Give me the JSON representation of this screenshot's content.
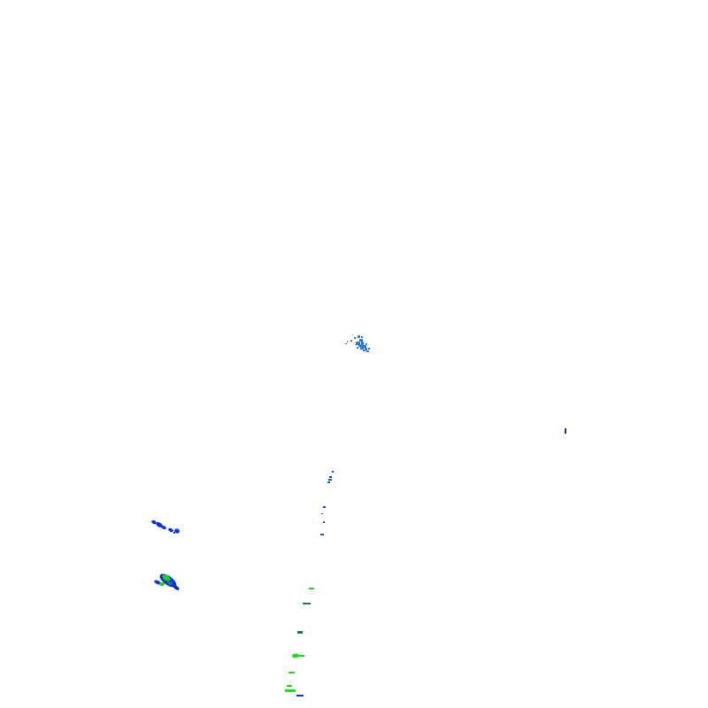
{
  "map": {
    "background": "#ffffff",
    "palette": {
      "light_blue": "#2f7be6",
      "mid_blue": "#1a5ad6",
      "blue": "#0a36e8",
      "dark_blue": "#0a2ea8",
      "teal": "#1a7a66",
      "green": "#22d11c",
      "bright_green": "#18e010"
    },
    "echoes": [
      {
        "name": "echo-cluster-center",
        "color": "light_blue"
      },
      {
        "name": "echo-isolated-east",
        "color": "dark_blue"
      },
      {
        "name": "echo-streak-south",
        "color": "mid_blue"
      },
      {
        "name": "echo-band-southwest",
        "color": "blue"
      },
      {
        "name": "echo-blob-southwest",
        "color": "green"
      },
      {
        "name": "echo-line-bottom",
        "color": "bright_green"
      }
    ]
  }
}
